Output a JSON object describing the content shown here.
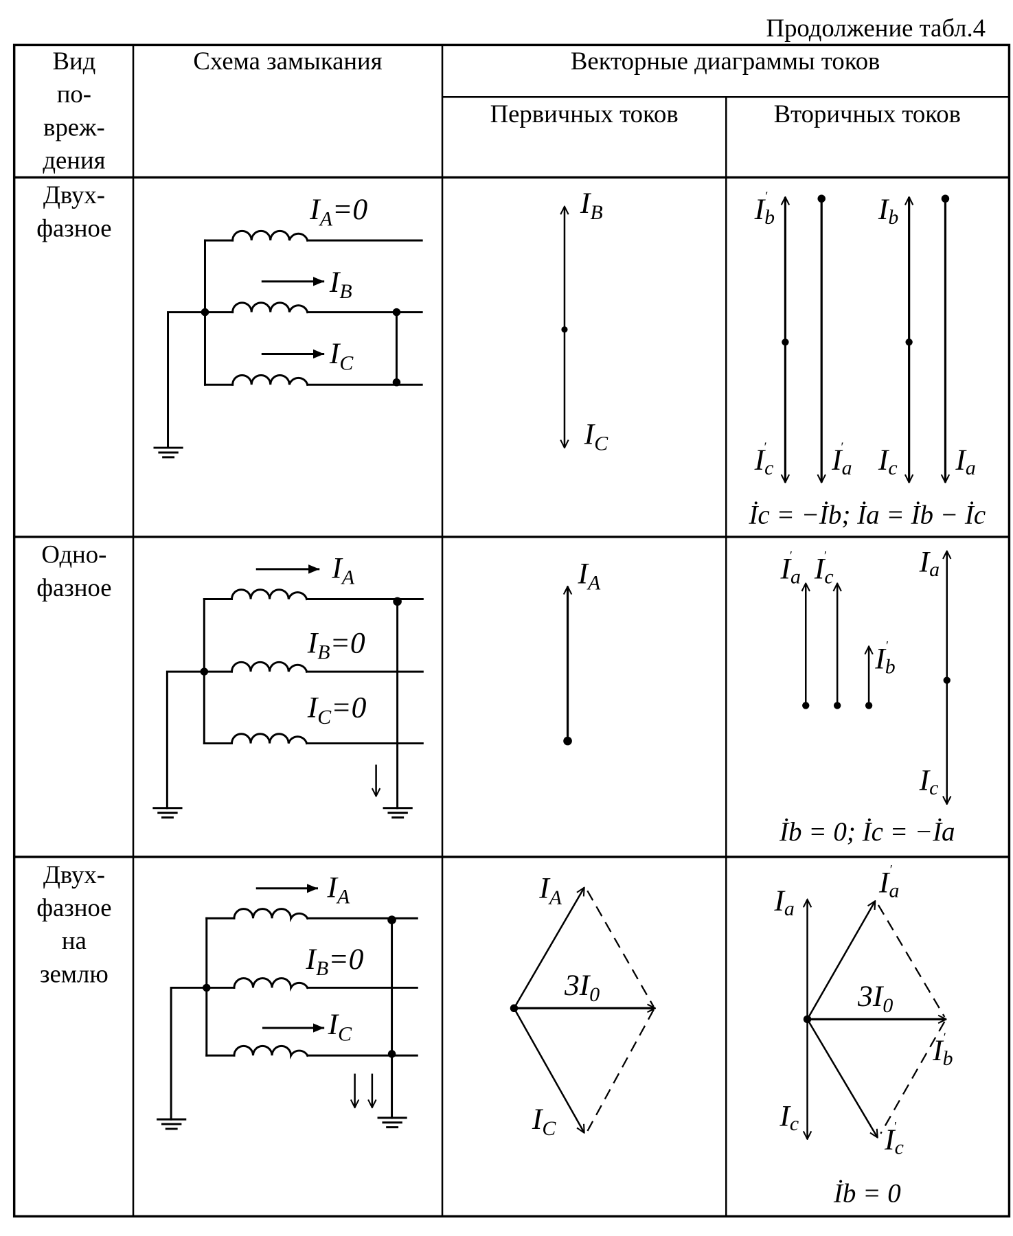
{
  "caption": "Продолжение табл.4",
  "header": {
    "col_damage": [
      "Вид",
      "по-",
      "вреж-",
      "дения"
    ],
    "col_scheme": "Схема замыкания",
    "col_vectors": "Векторные диаграммы токов",
    "col_primary": "Первичных токов",
    "col_secondary": "Вторичных токов"
  },
  "rows": [
    {
      "damage_type": [
        "Двух-",
        "фазное"
      ],
      "scheme_labels": {
        "a": {
          "I": "I",
          "sub": "A",
          "rest": "=0"
        },
        "b": {
          "I": "I",
          "sub": "B",
          "rest": ""
        },
        "c": {
          "I": "I",
          "sub": "C",
          "rest": ""
        }
      },
      "primary_labels": {
        "top": {
          "I": "I",
          "sub": "B"
        },
        "bottom": {
          "I": "I",
          "sub": "C"
        }
      },
      "secondary_labels": {
        "ib_prime": {
          "I": "I",
          "sub": "b",
          "prime": "′"
        },
        "ic_prime": {
          "I": "I",
          "sub": "c",
          "prime": "′"
        },
        "ia_prime": {
          "I": "I",
          "sub": "a",
          "prime": "′"
        },
        "ib": {
          "I": "I",
          "sub": "b"
        },
        "ic": {
          "I": "I",
          "sub": "c"
        },
        "ia": {
          "I": "I",
          "sub": "a"
        }
      },
      "equation": "İc = −İb;  İa = İb − İc"
    },
    {
      "damage_type": [
        "Одно-",
        "фазное"
      ],
      "scheme_labels": {
        "a": {
          "I": "I",
          "sub": "A",
          "rest": ""
        },
        "b": {
          "I": "I",
          "sub": "B",
          "rest": "=0"
        },
        "c": {
          "I": "I",
          "sub": "C",
          "rest": "=0"
        }
      },
      "primary_labels": {
        "top": {
          "I": "I",
          "sub": "A"
        }
      },
      "secondary_labels": {
        "ia_prime": {
          "I": "I",
          "sub": "a",
          "prime": "′"
        },
        "ic_prime": {
          "I": "I",
          "sub": "c",
          "prime": "′"
        },
        "ib_prime": {
          "I": "I",
          "sub": "b",
          "prime": "′"
        },
        "ia": {
          "I": "I",
          "sub": "a"
        },
        "ic": {
          "I": "I",
          "sub": "c"
        }
      },
      "equation": "İb = 0;  İc = −İa"
    },
    {
      "damage_type": [
        "Двух-",
        "фазное",
        "на",
        "землю"
      ],
      "scheme_labels": {
        "a": {
          "I": "I",
          "sub": "A",
          "rest": ""
        },
        "b": {
          "I": "I",
          "sub": "B",
          "rest": "=0"
        },
        "c": {
          "I": "I",
          "sub": "C",
          "rest": ""
        }
      },
      "primary_labels": {
        "a": {
          "I": "I",
          "sub": "A"
        },
        "c": {
          "I": "I",
          "sub": "C"
        },
        "zero": {
          "pre": "3",
          "I": "I",
          "sub": "0"
        }
      },
      "secondary_labels": {
        "ia": {
          "I": "I",
          "sub": "a"
        },
        "ic": {
          "I": "I",
          "sub": "c"
        },
        "ia_prime": {
          "I": "I",
          "sub": "a",
          "prime": "′"
        },
        "ib_prime": {
          "I": "I",
          "sub": "b",
          "prime": "′"
        },
        "ic_prime": {
          "I": "I",
          "sub": "c",
          "prime": "′"
        },
        "zero": {
          "pre": "3",
          "I": "I",
          "sub": "0"
        }
      },
      "equation": "İb = 0"
    }
  ]
}
